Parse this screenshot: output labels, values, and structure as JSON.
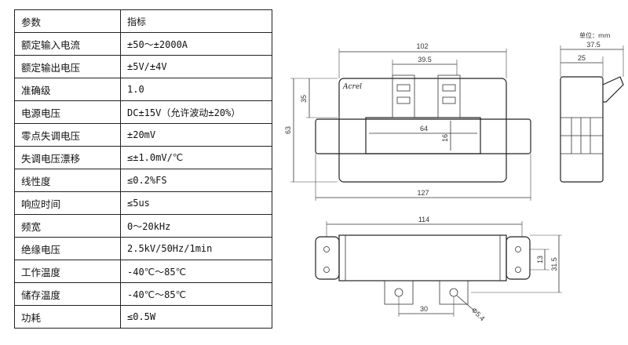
{
  "table": {
    "header": [
      "参数",
      "指标"
    ],
    "rows": [
      [
        "额定输入电流",
        "±50～±2000A"
      ],
      [
        "额定输出电压",
        "±5V/±4V"
      ],
      [
        "准确级",
        "1.0"
      ],
      [
        "电源电压",
        "DC±15V（允许波动±20%）"
      ],
      [
        "零点失调电压",
        "±20mV"
      ],
      [
        "失调电压漂移",
        "≤±1.0mV/℃"
      ],
      [
        "线性度",
        "≤0.2%FS"
      ],
      [
        "响应时间",
        "≤5us"
      ],
      [
        "频宽",
        "0～20kHz"
      ],
      [
        "绝缘电压",
        "2.5kV/50Hz/1min"
      ],
      [
        "工作温度",
        "-40℃～85℃"
      ],
      [
        "储存温度",
        "-40℃～85℃"
      ],
      [
        "功耗",
        "≤0.5W"
      ]
    ]
  },
  "drawing": {
    "unit_label": "单位：mm",
    "front": {
      "width": "102",
      "window_small": "39.5",
      "height_63": "63",
      "height_35": "35",
      "window_w": "64",
      "window_h": "16",
      "overall": "127"
    },
    "side": {
      "depth": "37.5",
      "depth2": "25"
    },
    "bottom": {
      "length": "114",
      "h13": "13",
      "h315": "31.5",
      "pitch": "30",
      "hole": "Φ5.4"
    },
    "brand": "Acrel"
  }
}
